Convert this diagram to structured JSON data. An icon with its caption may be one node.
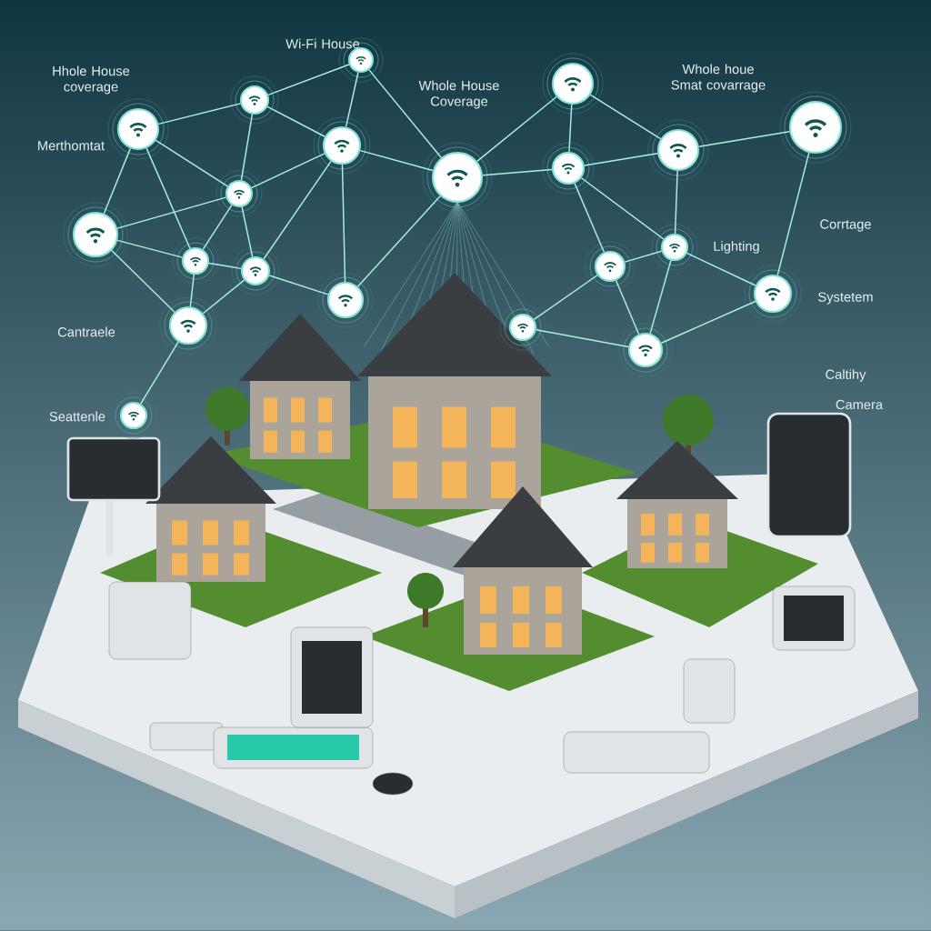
{
  "diagram": {
    "nodes": [
      {
        "text": [],
        "shape": "circle"
      },
      {
        "text": [],
        "shape": "circle"
      },
      {
        "text": [],
        "shape": "circle"
      },
      {
        "text": [],
        "shape": "circle"
      },
      {
        "text": [],
        "shape": "circle"
      },
      {
        "text": [],
        "shape": "circle"
      },
      {
        "text": [],
        "shape": "circle"
      },
      {
        "text": [],
        "shape": "circle"
      },
      {
        "text": [],
        "shape": "circle"
      },
      {
        "text": [],
        "shape": "circle"
      },
      {
        "text": [],
        "shape": "circle"
      },
      {
        "text": [],
        "shape": "circle"
      },
      {
        "text": [],
        "shape": "circle"
      },
      {
        "text": [],
        "shape": "circle"
      },
      {
        "text": [],
        "shape": "circle"
      },
      {
        "text": [],
        "shape": "circle"
      },
      {
        "text": [],
        "shape": "circle"
      },
      {
        "text": [],
        "shape": "circle"
      },
      {
        "text": [],
        "shape": "circle"
      },
      {
        "text": [],
        "shape": "circle"
      },
      {
        "text": [],
        "shape": "circle"
      }
    ],
    "edges": [
      {
        "from": 0,
        "to": 1,
        "arrow": "none"
      },
      {
        "from": 0,
        "to": 3,
        "arrow": "none"
      },
      {
        "from": 0,
        "to": 4,
        "arrow": "none"
      },
      {
        "from": 1,
        "to": 2,
        "arrow": "none"
      },
      {
        "from": 1,
        "to": 3,
        "arrow": "none"
      },
      {
        "from": 1,
        "to": 9,
        "arrow": "none"
      },
      {
        "from": 2,
        "to": 10,
        "arrow": "none"
      },
      {
        "from": 2,
        "to": 9,
        "arrow": "none"
      },
      {
        "from": 2,
        "to": 11,
        "arrow": "none"
      },
      {
        "from": 3,
        "to": 9,
        "arrow": "none"
      },
      {
        "from": 3,
        "to": 4,
        "arrow": "none"
      },
      {
        "from": 3,
        "to": 16,
        "arrow": "none"
      },
      {
        "from": 3,
        "to": 12,
        "arrow": "none"
      },
      {
        "from": 9,
        "to": 10,
        "arrow": "none"
      },
      {
        "from": 9,
        "to": 11,
        "arrow": "none"
      },
      {
        "from": 9,
        "to": 12,
        "arrow": "none"
      },
      {
        "from": 10,
        "to": 11,
        "arrow": "none"
      },
      {
        "from": 10,
        "to": 15,
        "arrow": "none"
      },
      {
        "from": 11,
        "to": 12,
        "arrow": "none"
      },
      {
        "from": 11,
        "to": 15,
        "arrow": "none"
      },
      {
        "from": 12,
        "to": 15,
        "arrow": "none"
      },
      {
        "from": 12,
        "to": 16,
        "arrow": "none"
      },
      {
        "from": 15,
        "to": 20,
        "arrow": "none"
      },
      {
        "from": 4,
        "to": 16,
        "arrow": "none"
      },
      {
        "from": 4,
        "to": 5,
        "arrow": "none"
      },
      {
        "from": 4,
        "to": 6,
        "arrow": "none"
      },
      {
        "from": 5,
        "to": 6,
        "arrow": "none"
      },
      {
        "from": 5,
        "to": 7,
        "arrow": "none"
      },
      {
        "from": 6,
        "to": 7,
        "arrow": "none"
      },
      {
        "from": 6,
        "to": 14,
        "arrow": "none"
      },
      {
        "from": 6,
        "to": 13,
        "arrow": "none"
      },
      {
        "from": 7,
        "to": 8,
        "arrow": "none"
      },
      {
        "from": 7,
        "to": 13,
        "arrow": "none"
      },
      {
        "from": 8,
        "to": 19,
        "arrow": "none"
      },
      {
        "from": 13,
        "to": 14,
        "arrow": "none"
      },
      {
        "from": 13,
        "to": 18,
        "arrow": "none"
      },
      {
        "from": 13,
        "to": 19,
        "arrow": "none"
      },
      {
        "from": 14,
        "to": 18,
        "arrow": "none"
      },
      {
        "from": 14,
        "to": 17,
        "arrow": "none"
      },
      {
        "from": 17,
        "to": 18,
        "arrow": "none"
      },
      {
        "from": 18,
        "to": 19,
        "arrow": "none"
      }
    ],
    "labels": [
      "Wi-Fi House",
      "Hhole House coverage",
      "Whole House Coverage",
      "Whole houe Smat covarrage",
      "Merthomtat",
      "Corrtage",
      "Lighting",
      "Cantraele",
      "Systetem",
      "Caltihy",
      "Camera",
      "Seattenle"
    ]
  }
}
